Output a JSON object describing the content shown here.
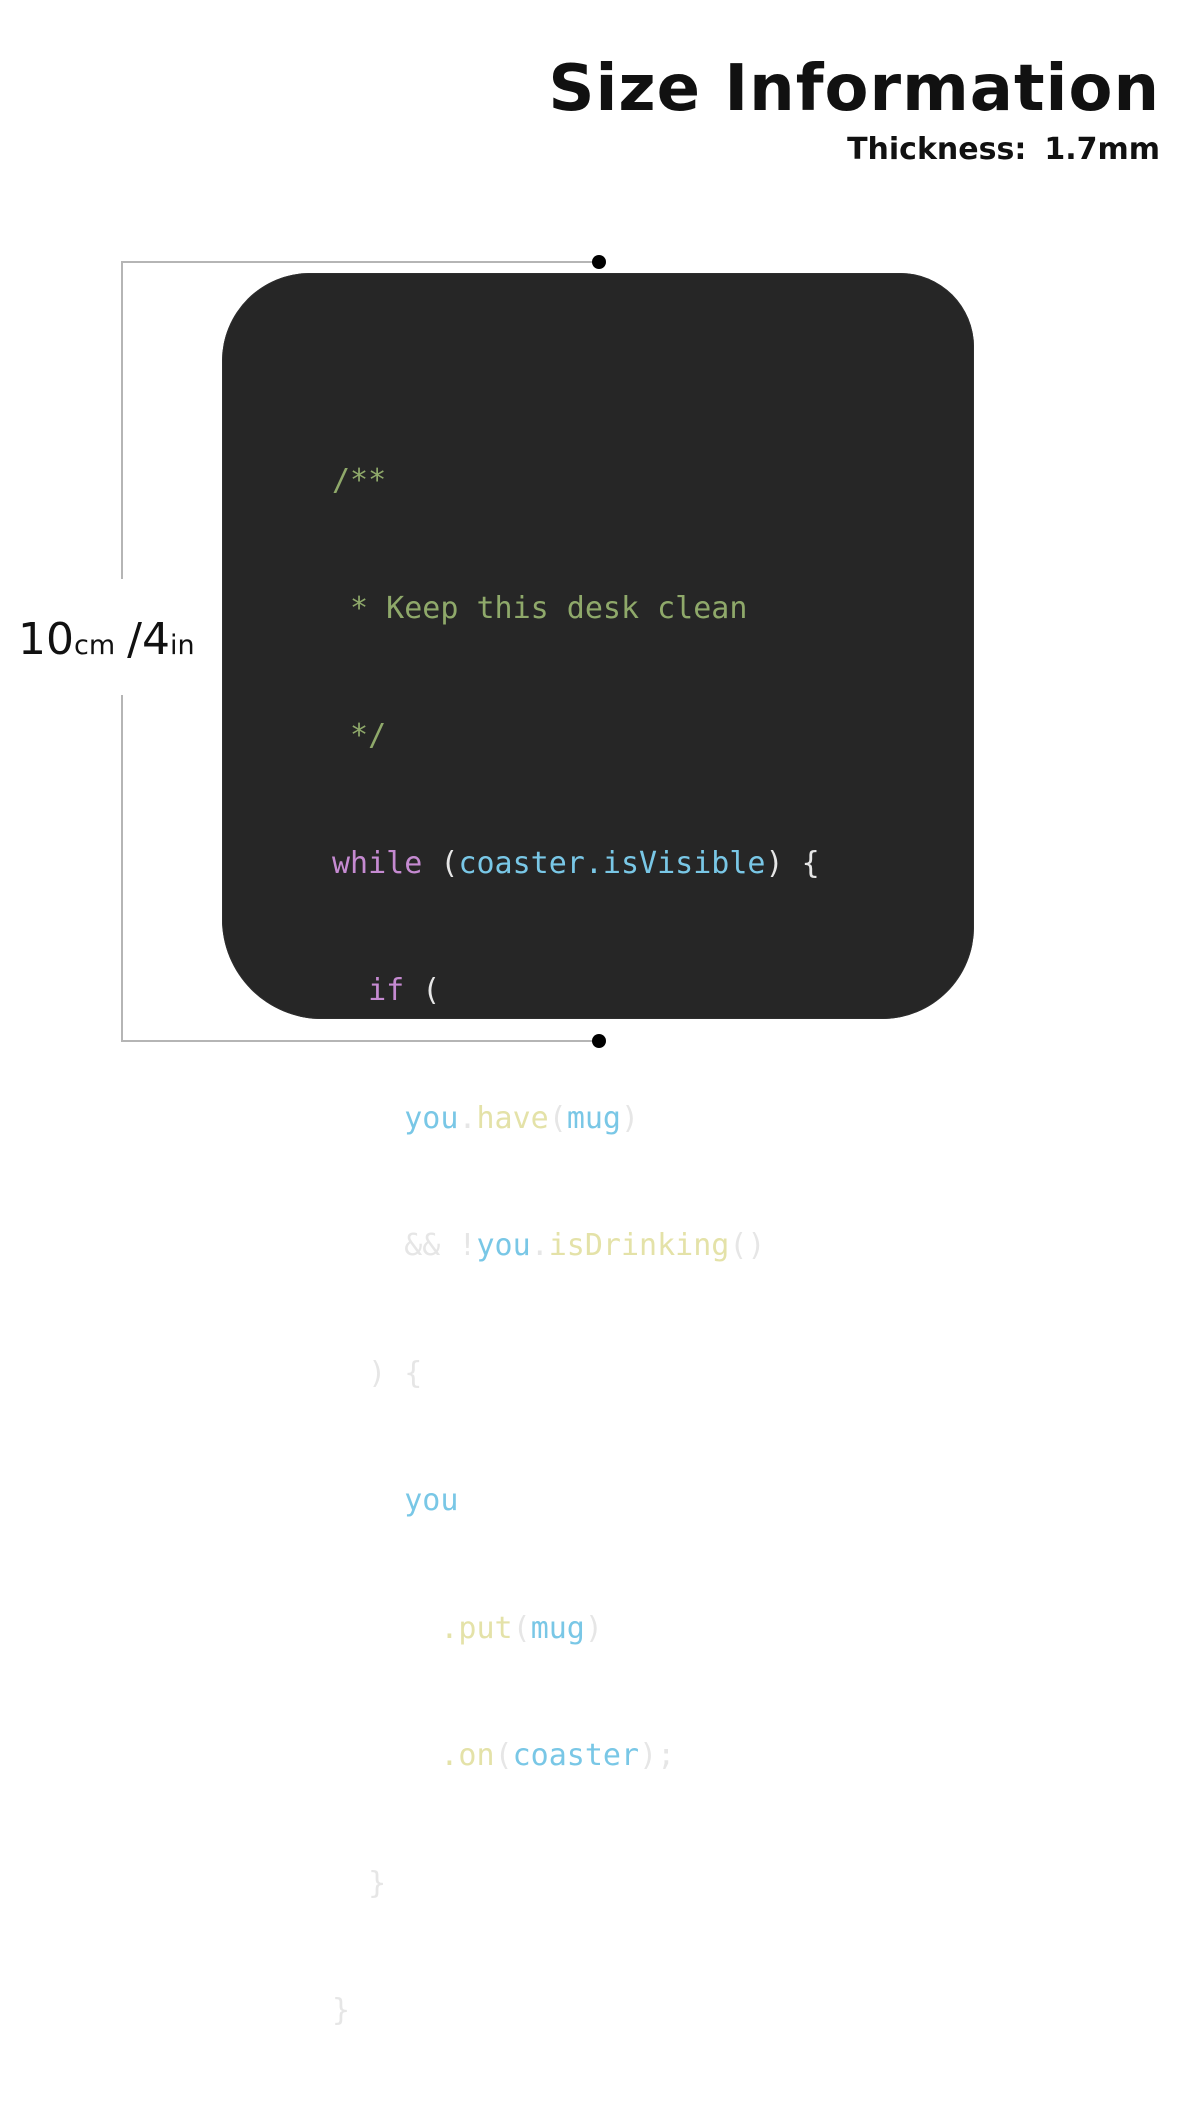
{
  "header": {
    "title": "Size Information",
    "thickness_label": "Thickness:",
    "thickness_value": "1.7mm"
  },
  "dimension": {
    "metric_value": "10",
    "metric_unit": "cm",
    "separator": "/",
    "imperial_value": "4",
    "imperial_unit": "in"
  },
  "code": {
    "l1": "/**",
    "l2": " * Keep this desk clean",
    "l3": " */",
    "l4_kw": "while",
    "l4_open": " (",
    "l4_var": "coaster.isVisible",
    "l4_close": ") {",
    "l5_kw": "if",
    "l5_open": " (",
    "l6_var1": "you",
    "l6_dot": ".",
    "l6_fn": "have",
    "l6_open": "(",
    "l6_var2": "mug",
    "l6_close": ")",
    "l7_op": "&& !",
    "l7_var": "you",
    "l7_dot": ".",
    "l7_fn": "isDrinking",
    "l7_paren": "()",
    "l8": ") {",
    "l9_var": "you",
    "l10_fn": ".put",
    "l10_open": "(",
    "l10_var": "mug",
    "l10_close": ")",
    "l11_fn": ".on",
    "l11_open": "(",
    "l11_var": "coaster",
    "l11_close": ");",
    "l12": "}",
    "l13": "}"
  },
  "colors": {
    "coaster": "#262626",
    "comment": "#8fa96a",
    "keyword": "#c58ad1",
    "variable": "#79c7e6",
    "function": "#e4e2a8"
  }
}
